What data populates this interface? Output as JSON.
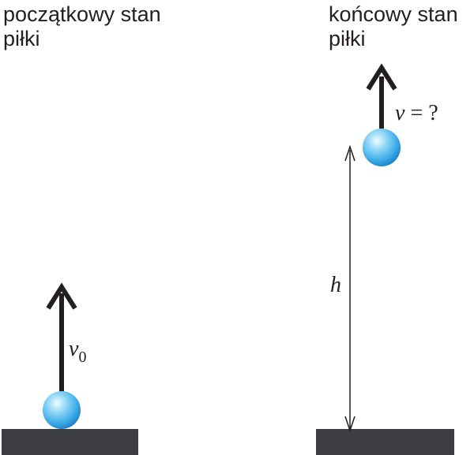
{
  "initial_state": {
    "title_line1": "początkowy stan",
    "title_line2": "piłki",
    "velocity_symbol": "v",
    "velocity_subscript": "0"
  },
  "final_state": {
    "title_line1": "końcowy stan",
    "title_line2": "piłki",
    "velocity_symbol": "v",
    "velocity_equals": " = ?",
    "height_symbol": "h"
  },
  "colors": {
    "ground": "#3b3d40",
    "arrow": "#231f20",
    "ball_light": "#e8f7ff",
    "ball_mid": "#5fc3f0",
    "ball_dark": "#1a7fc4"
  }
}
